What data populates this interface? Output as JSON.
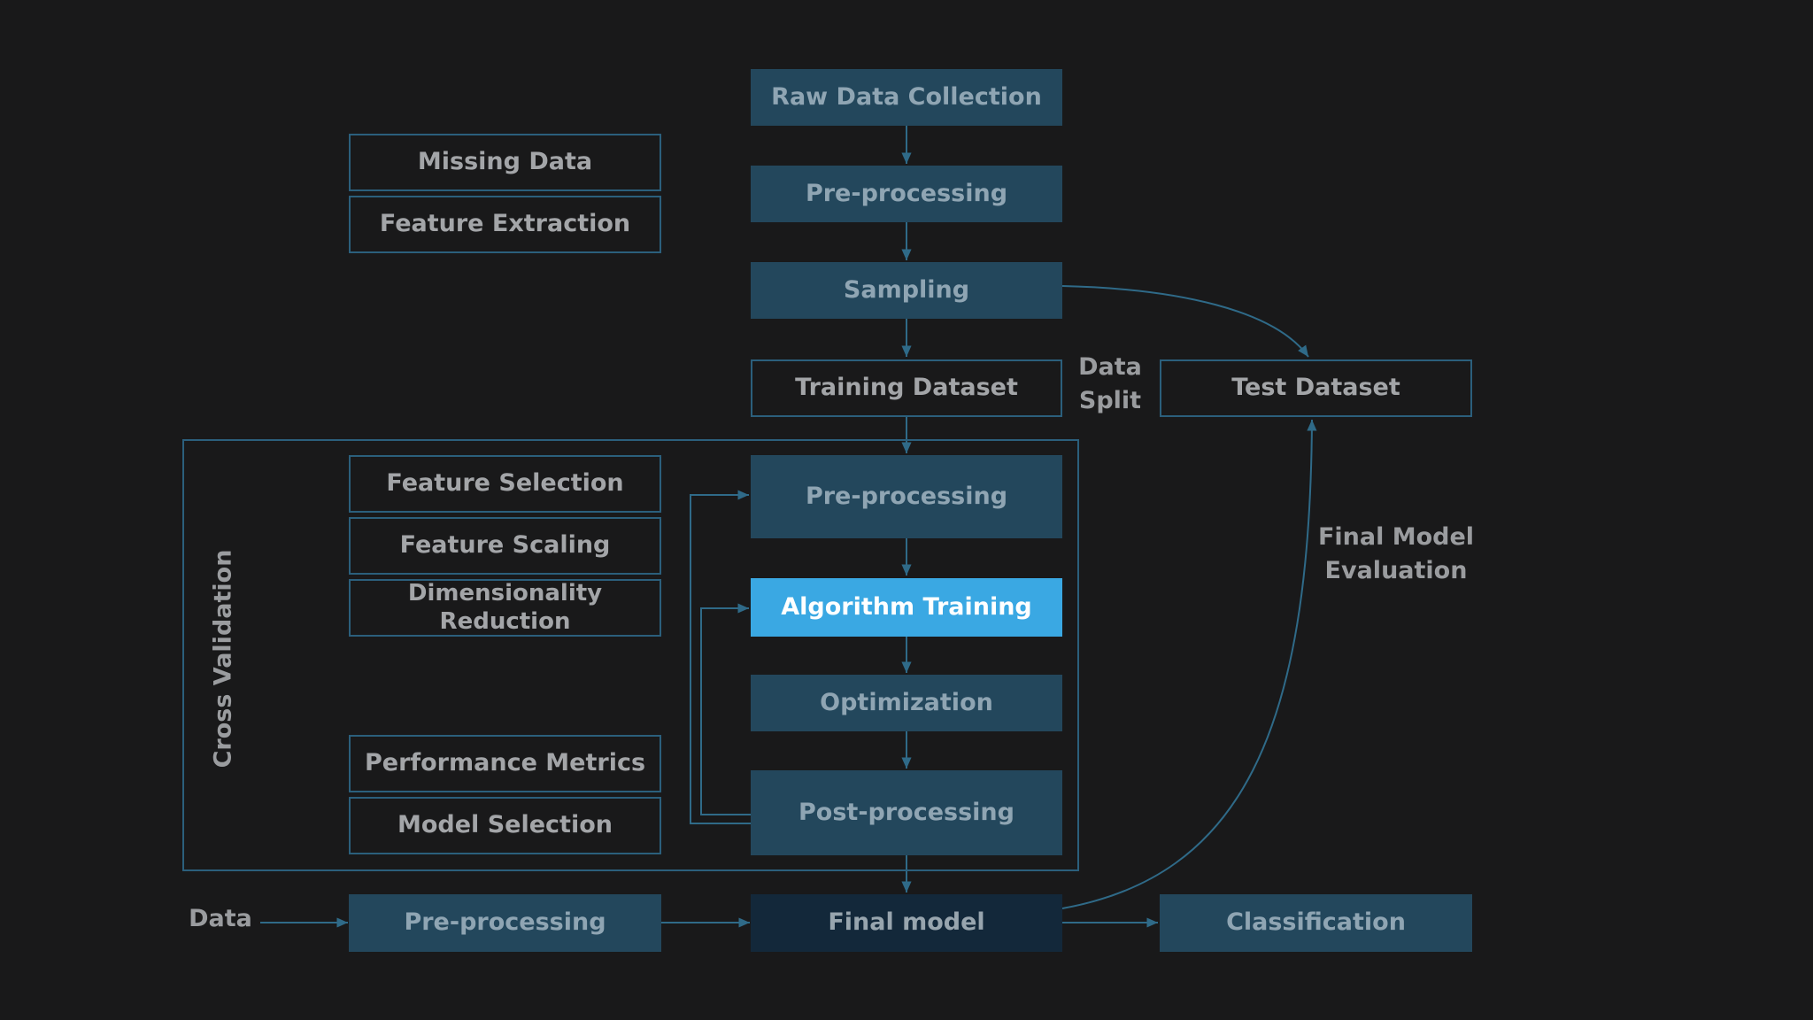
{
  "pipeline": {
    "raw_data_collection": "Raw Data Collection",
    "preprocessing_top": "Pre-processing",
    "sampling": "Sampling",
    "training_dataset": "Training Dataset",
    "data_split": [
      "Data",
      "Split"
    ],
    "test_dataset": "Test Dataset"
  },
  "preprocessing_steps": [
    "Missing Data",
    "Feature Extraction"
  ],
  "cross_validation": {
    "label": "Cross Validation",
    "left_steps_top": [
      "Feature Selection",
      "Feature Scaling",
      "Dimensionality Reduction"
    ],
    "left_steps_bottom": [
      "Performance Metrics",
      "Model Selection"
    ],
    "preprocessing": "Pre-processing",
    "algorithm_training": "Algorithm Training",
    "optimization": "Optimization",
    "postprocessing": "Post-processing"
  },
  "final_model_evaluation": [
    "Final Model",
    "Evaluation"
  ],
  "bottom_row": {
    "data_label": "Data",
    "preprocessing": "Pre-processing",
    "final_model": "Final model",
    "classification": "Classification"
  },
  "colors": {
    "background": "#19191a",
    "filled_box": "#23475c",
    "outline": "#2b5f7c",
    "highlight": "#3aa8e3",
    "final_model_box": "#13283a",
    "arrow": "#2f6a88"
  }
}
